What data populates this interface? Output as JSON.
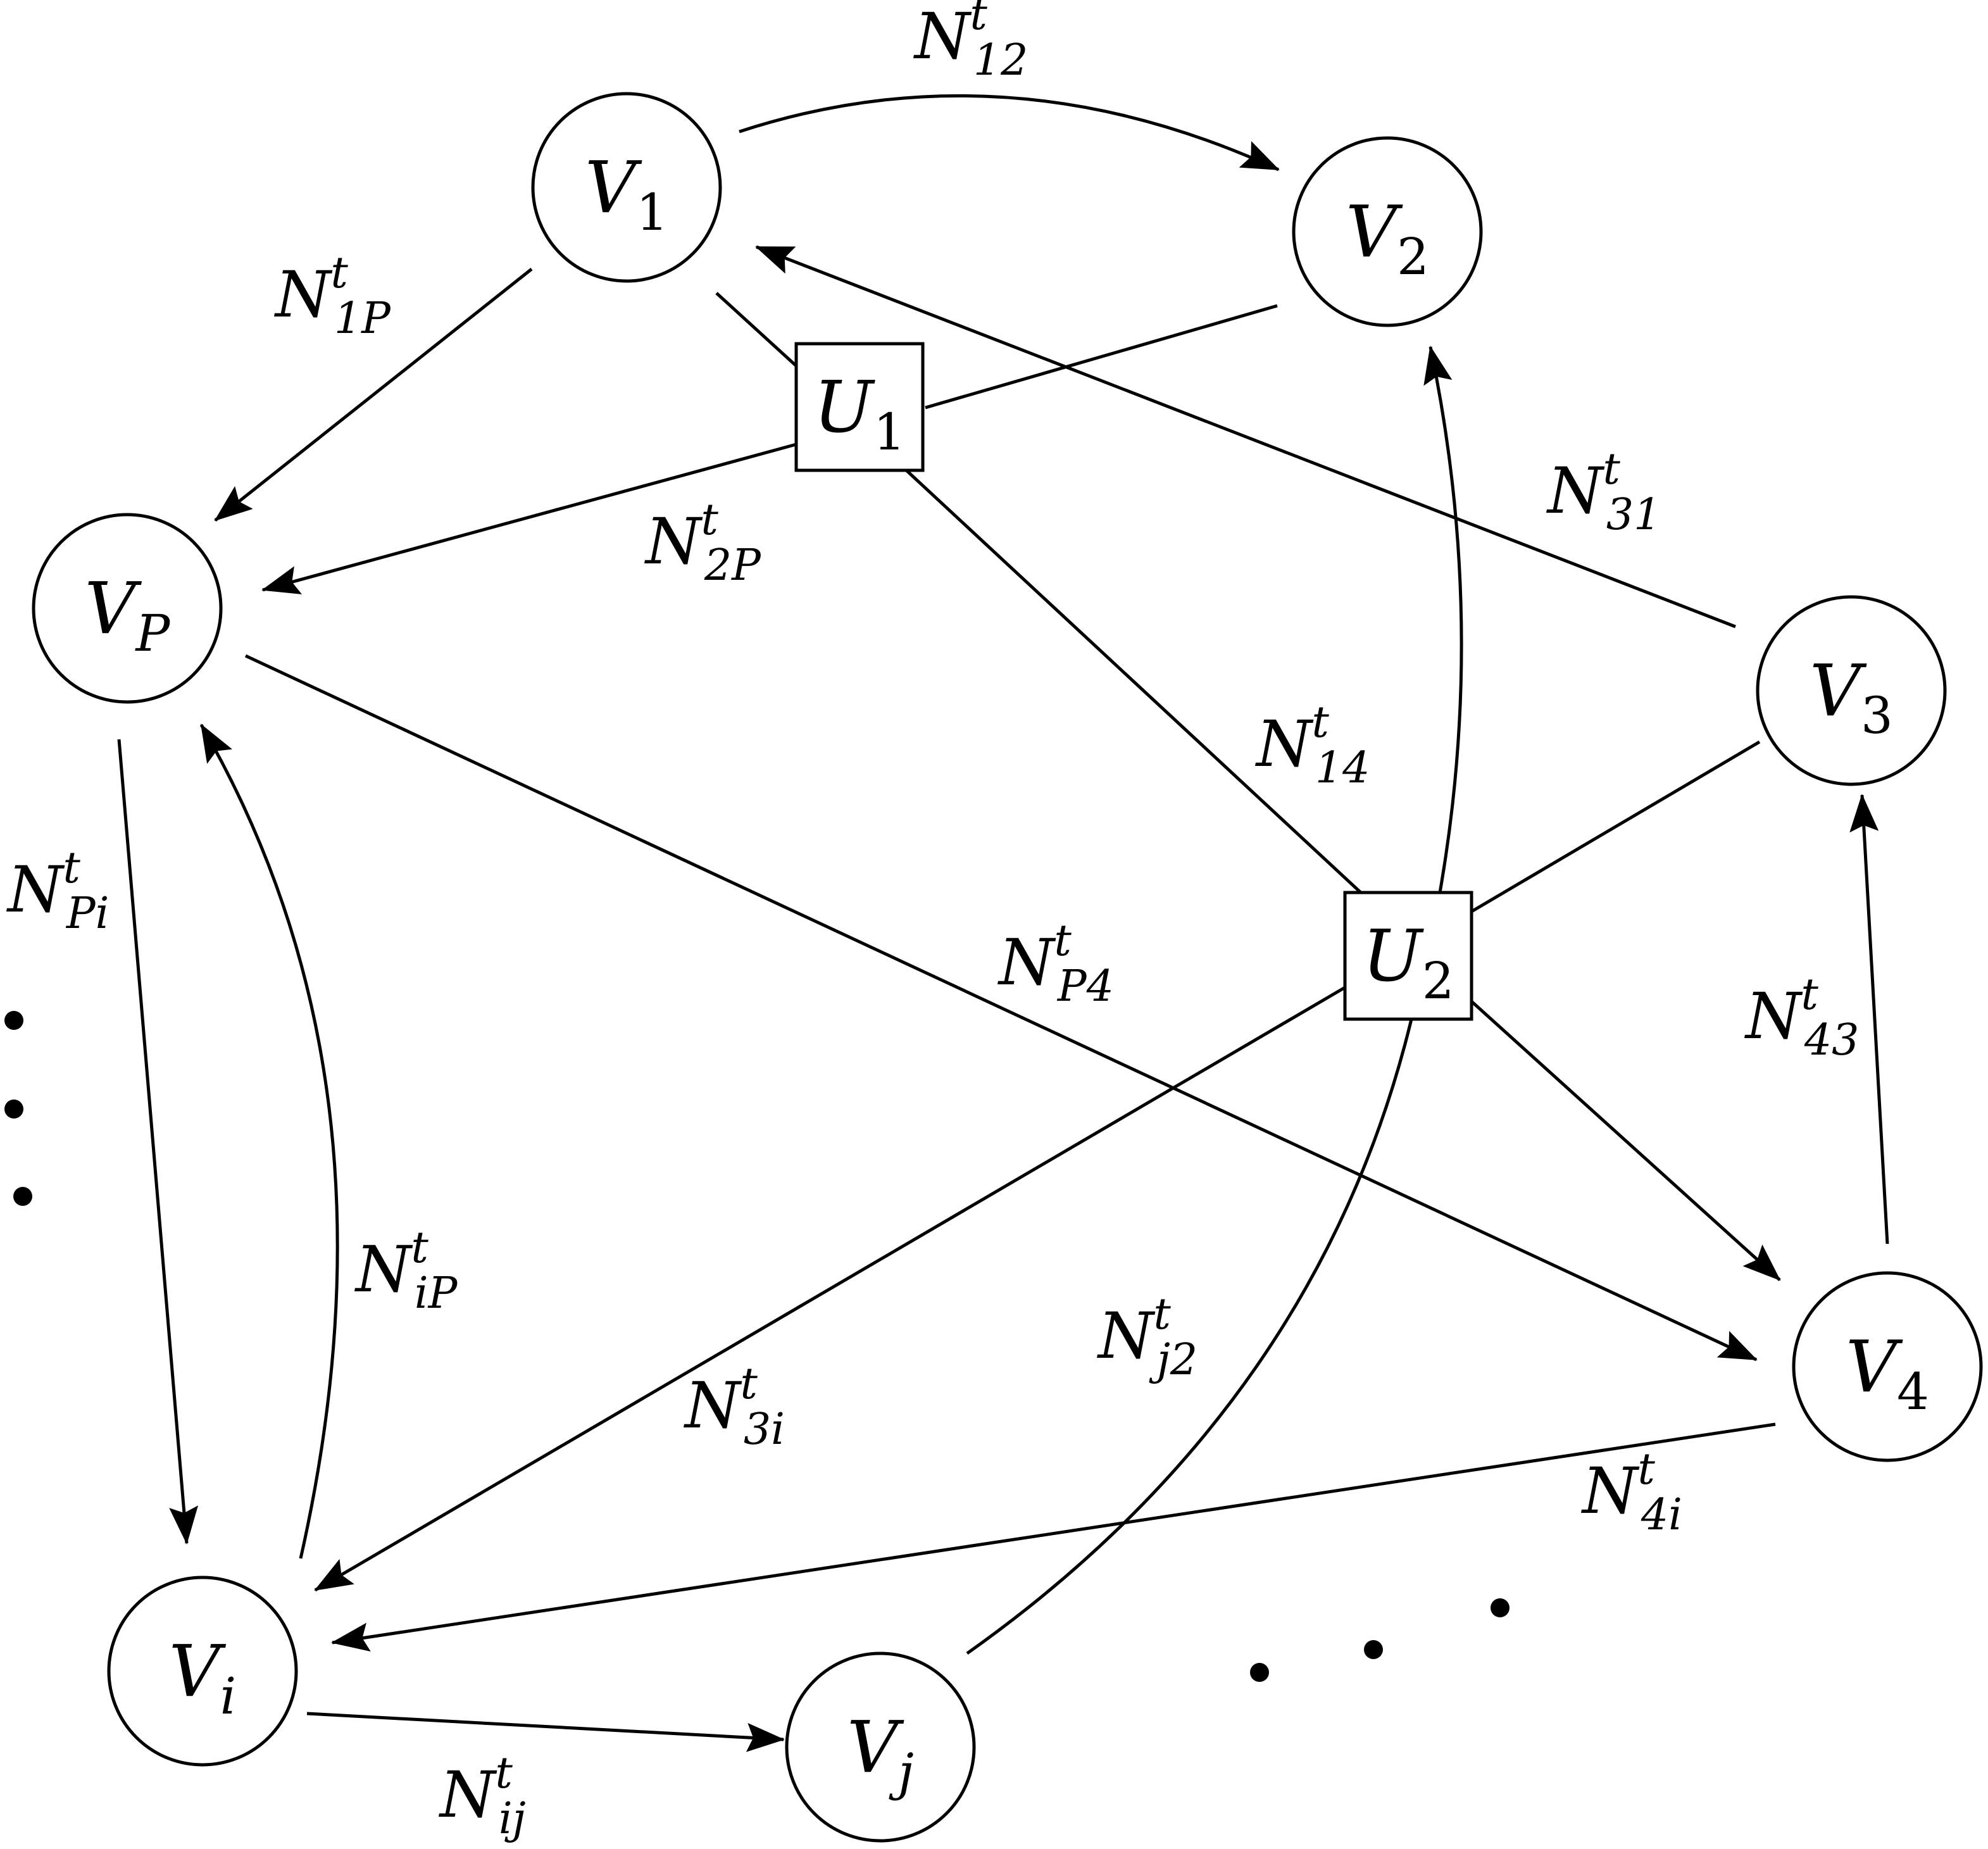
{
  "nodes": [
    {
      "id": "V1",
      "base": "V",
      "sub": "1"
    },
    {
      "id": "V2",
      "base": "V",
      "sub": "2"
    },
    {
      "id": "VP",
      "base": "V",
      "sub": "P"
    },
    {
      "id": "V3",
      "base": "V",
      "sub": "3"
    },
    {
      "id": "V4",
      "base": "V",
      "sub": "4"
    },
    {
      "id": "Vi",
      "base": "V",
      "sub": "i"
    },
    {
      "id": "Vj",
      "base": "V",
      "sub": "j"
    },
    {
      "id": "U1",
      "base": "U",
      "sub": "1"
    },
    {
      "id": "U2",
      "base": "U",
      "sub": "2"
    }
  ],
  "edge_labels": [
    {
      "id": "N12",
      "base": "N",
      "sup": "t",
      "sub": "12"
    },
    {
      "id": "N1P",
      "base": "N",
      "sup": "t",
      "sub": "1P"
    },
    {
      "id": "N2P",
      "base": "N",
      "sup": "t",
      "sub": "2P"
    },
    {
      "id": "N31",
      "base": "N",
      "sup": "t",
      "sub": "31"
    },
    {
      "id": "N14",
      "base": "N",
      "sup": "t",
      "sub": "14"
    },
    {
      "id": "NP4",
      "base": "N",
      "sup": "t",
      "sub": "P4"
    },
    {
      "id": "NPi",
      "base": "N",
      "sup": "t",
      "sub": "Pi"
    },
    {
      "id": "NiP",
      "base": "N",
      "sup": "t",
      "sub": "iP"
    },
    {
      "id": "N43",
      "base": "N",
      "sup": "t",
      "sub": "43"
    },
    {
      "id": "Nj2",
      "base": "N",
      "sup": "t",
      "sub": "j2"
    },
    {
      "id": "N3i",
      "base": "N",
      "sup": "t",
      "sub": "3i"
    },
    {
      "id": "N4i",
      "base": "N",
      "sup": "t",
      "sub": "4i"
    },
    {
      "id": "Nij",
      "base": "N",
      "sup": "t",
      "sub": "ij"
    }
  ]
}
